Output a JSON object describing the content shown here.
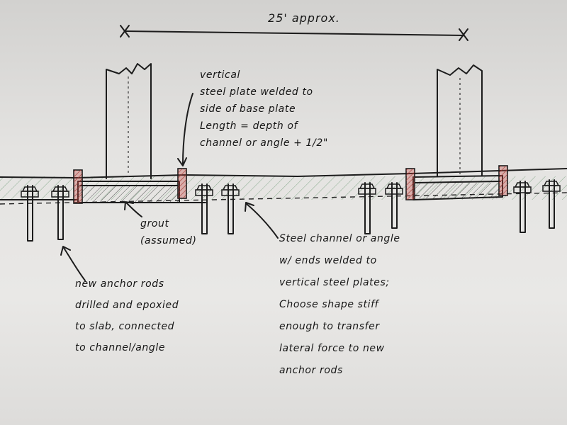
{
  "dimension": {
    "label": "25' approx."
  },
  "annotations": {
    "vertical_plate": {
      "lines": [
        "vertical",
        "steel plate welded to",
        "side of base plate",
        "Length = depth of",
        "channel or angle + 1/2\""
      ]
    },
    "grout": {
      "lines": [
        "grout",
        "(assumed)"
      ]
    },
    "anchor_rods": {
      "lines": [
        "new anchor rods",
        "drilled and epoxied",
        "to slab, connected",
        "to channel/angle"
      ]
    },
    "steel_channel": {
      "lines": [
        "Steel channel or angle",
        "w/ ends welded to",
        "vertical steel plates;",
        "Choose shape stiff",
        "enough to transfer",
        "lateral force to new",
        "anchor rods"
      ]
    }
  },
  "colors": {
    "ink": "#1c1c1c",
    "plate_red": "#c24a44",
    "slab_hatch": "#6a9a72",
    "paper": "#e6e5e3"
  }
}
